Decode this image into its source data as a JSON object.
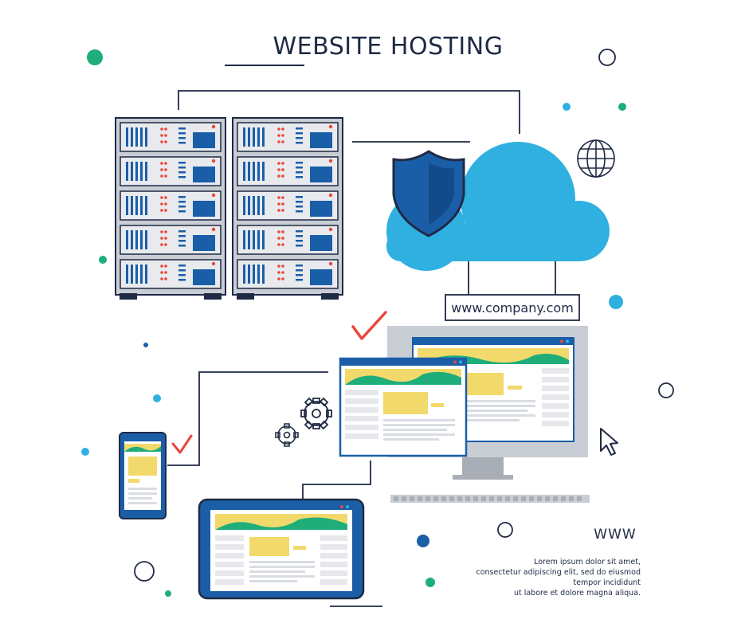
{
  "title": "WEBSITE HOSTING",
  "url_label": "www.company.com",
  "www_label": "WWW",
  "lorem": {
    "line1": "Lorem ipsum dolor sit amet,",
    "line2": "consectetur adipiscing elit, sed do eiusmod",
    "line3": "tempor incididunt",
    "line4": "ut labore et dolore magna aliqua."
  },
  "colors": {
    "navy": "#1f2a44",
    "cloud_blue": "#2fb0e0",
    "shield_blue": "#1b5ea8",
    "server_gray": "#c9cdd4",
    "accent_green": "#1fae7a",
    "accent_yellow": "#f2d96b",
    "check_red": "#e8473a",
    "screen_blue": "#1b5ea8"
  },
  "icons": [
    "shield-icon",
    "cloud-icon",
    "globe-icon",
    "gear-icon",
    "cursor-icon",
    "checkmark-icon"
  ]
}
